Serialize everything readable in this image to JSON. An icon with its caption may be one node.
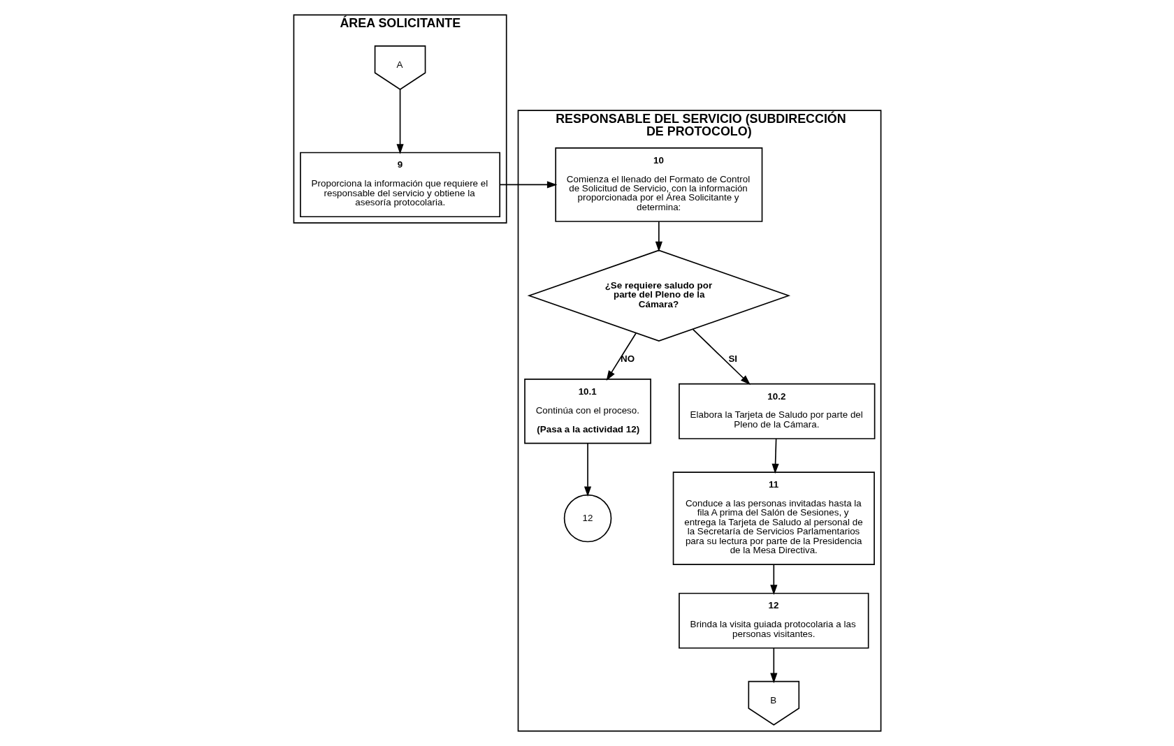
{
  "diagram": {
    "nodes": [
      {
        "text": [
          "ÁREA SOLICITANTE"
        ]
      },
      {
        "text": [
          "RESPONSABLE DEL SERVICIO (SUBDIRECCIÓN DE PROTOCOLO)"
        ]
      },
      {
        "text": [
          "A"
        ],
        "in": 0
      },
      {
        "text": [
          "9",
          "Proporciona la información que requiere el responsable del servicio y obtiene la asesoría protocolaria."
        ],
        "in": 0
      },
      {
        "text": [
          "10",
          "Comienza el llenado del Formato de Control de Solicitud de Servicio, con la información proporcionada por el Área Solicitante y determina:"
        ],
        "in": 1
      },
      {
        "text": [
          "¿Se requiere saludo por parte del Pleno de la Cámara?"
        ],
        "in": 1
      },
      {
        "text": [
          "10.1",
          "Continúa con el proceso.",
          "(Pasa a la actividad 12)"
        ],
        "in": 1
      },
      {
        "text": [
          "12"
        ],
        "in": 1
      },
      {
        "text": [
          "10.2",
          "Elabora la Tarjeta de Saludo por parte del Pleno de la Cámara."
        ],
        "in": 1
      },
      {
        "text": [
          "11",
          "Conduce a las personas invitadas hasta la fila A prima del Salón de Sesiones, y entrega la Tarjeta de Saludo al personal de la Secretaría de Servicios Parlamentarios para su lectura por parte de la Presidencia de la Mesa Directiva."
        ],
        "in": 1
      },
      {
        "text": [
          "12",
          "Brinda la visita guiada protocolaria a las personas visitantes."
        ],
        "in": 1
      },
      {
        "text": [
          "B"
        ],
        "in": 1
      }
    ],
    "edges": [
      {
        "from": 2,
        "to": 3,
        "arrow": "to"
      },
      {
        "from": 3,
        "to": 4,
        "arrow": "to"
      },
      {
        "from": 4,
        "to": 5,
        "arrow": "to"
      },
      {
        "from": 5,
        "to": 6,
        "arrow": "to",
        "label": "NO"
      },
      {
        "from": 5,
        "to": 8,
        "arrow": "to",
        "label": "SI"
      },
      {
        "from": 6,
        "to": 7,
        "arrow": "to"
      },
      {
        "from": 8,
        "to": 9,
        "arrow": "to"
      },
      {
        "from": 9,
        "to": 10,
        "arrow": "to"
      },
      {
        "from": 10,
        "to": 11,
        "arrow": "to"
      }
    ]
  }
}
